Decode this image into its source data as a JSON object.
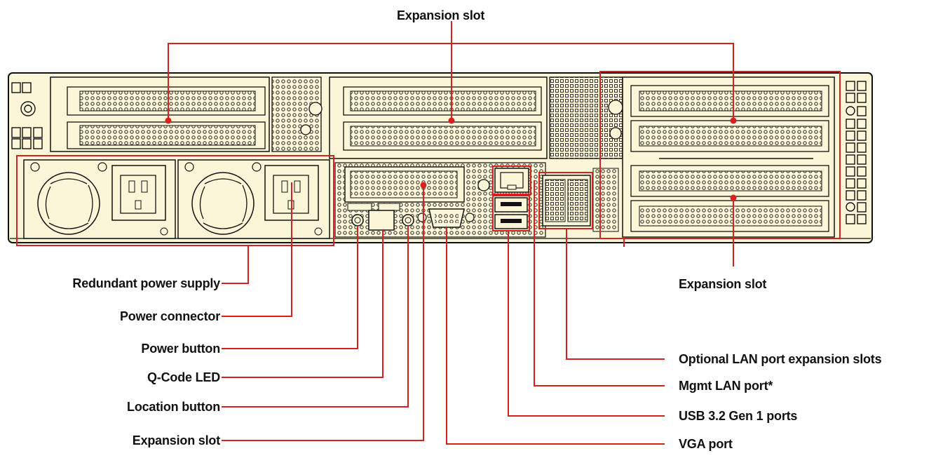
{
  "labels": {
    "expansion_slot_top": "Expansion slot",
    "expansion_slot_right": "Expansion slot",
    "redundant_power_supply": "Redundant power supply",
    "power_connector": "Power connector",
    "power_button": "Power button",
    "q_code_led": "Q-Code LED",
    "location_button": "Location button",
    "expansion_slot_bottom": "Expansion slot",
    "optional_lan_slots": "Optional LAN port expansion slots",
    "mgmt_lan_port": "Mgmt LAN port*",
    "usb_ports": "USB 3.2 Gen 1 ports",
    "vga_port": "VGA port"
  },
  "colors": {
    "chassis_fill": "#fcf6d8",
    "outline": "#111111",
    "callout": "#d92020",
    "label_text": "#111111"
  }
}
